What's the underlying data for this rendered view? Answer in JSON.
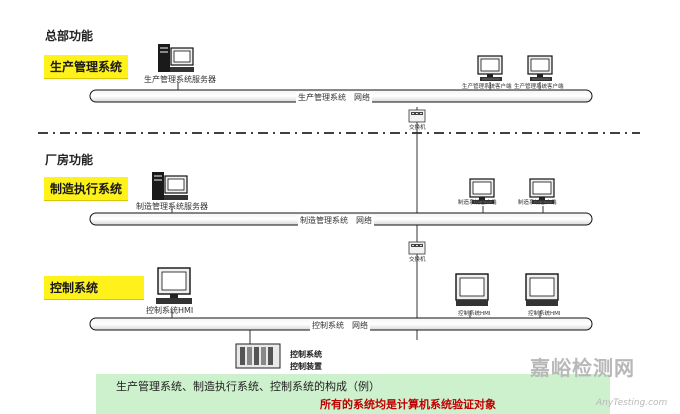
{
  "sections": {
    "hq_title": "总部功能",
    "factory_title": "厂房功能"
  },
  "systems": {
    "production": {
      "label": "生产管理系统",
      "server_label": "生产管理系统服务器",
      "network_label": "生产管理系统　网络",
      "client_labels": [
        "生产管理系统客户端",
        "生产管理系统客户端"
      ]
    },
    "mes": {
      "label": "制造执行系统",
      "server_label": "制造管理系统服务器",
      "network_label": "制造管理系统　网络",
      "client_labels": [
        "制造系统客户端",
        "制造系统客户端"
      ]
    },
    "control": {
      "label": "控制系统",
      "hmi_label": "控制系统HMI",
      "network_label": "控制系统　网络",
      "terminal_labels": [
        "控制系统HMI",
        "控制系统HMI"
      ],
      "plc_label_1": "控制系统",
      "plc_label_2": "控制装置"
    }
  },
  "switch_labels": [
    "交换机",
    "交换机"
  ],
  "caption": {
    "line1": "生产管理系统、制造执行系统、控制系统的构成（例）",
    "line2": "所有的系统均是计算机系统验证对象"
  },
  "watermark": {
    "brand": "嘉峪检测网",
    "site": "AnyTesting.com"
  },
  "colors": {
    "label_bg": "#fff21a",
    "caption_bg": "#cdf0cd",
    "caption_emphasis": "#c00000"
  }
}
